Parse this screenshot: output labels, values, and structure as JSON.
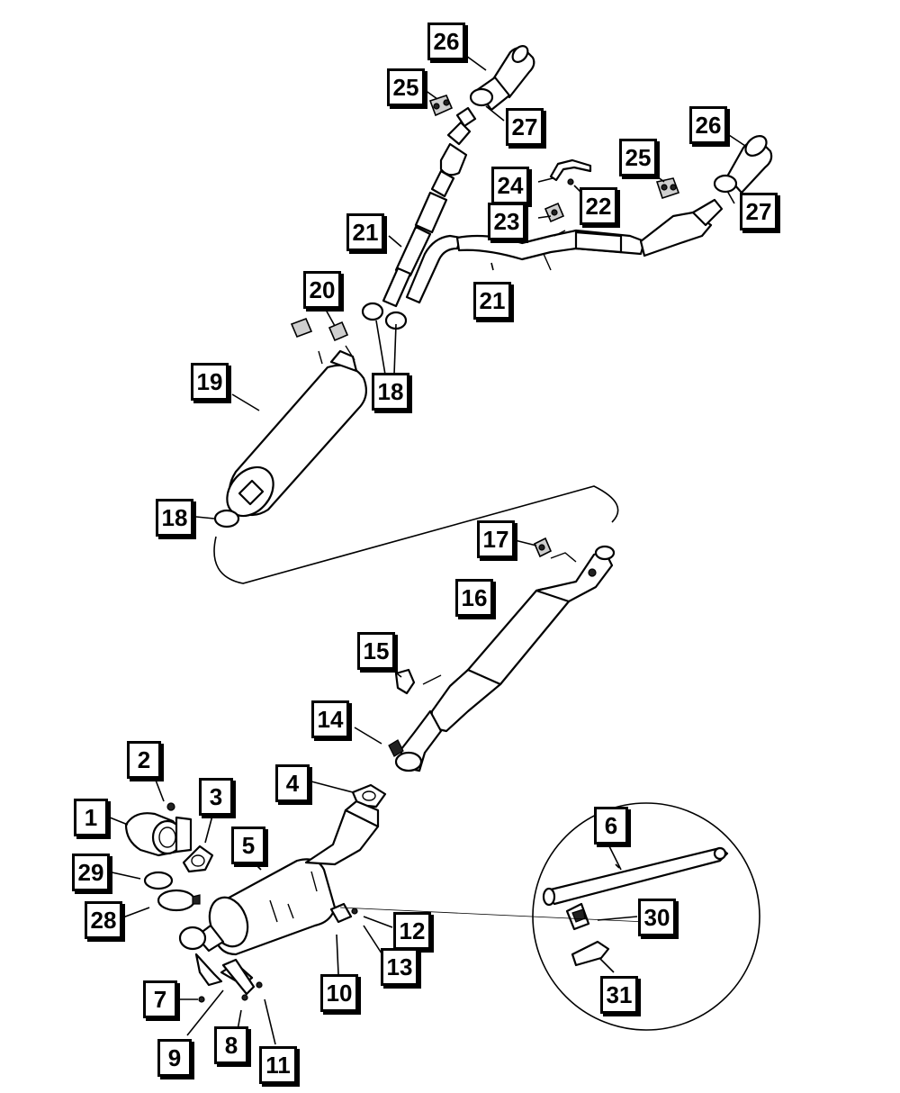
{
  "callouts": [
    {
      "id": "c1",
      "label": "1"
    },
    {
      "id": "c2",
      "label": "2"
    },
    {
      "id": "c3",
      "label": "3"
    },
    {
      "id": "c4",
      "label": "4"
    },
    {
      "id": "c5",
      "label": "5"
    },
    {
      "id": "c6",
      "label": "6"
    },
    {
      "id": "c7",
      "label": "7"
    },
    {
      "id": "c8",
      "label": "8"
    },
    {
      "id": "c9",
      "label": "9"
    },
    {
      "id": "c10",
      "label": "10"
    },
    {
      "id": "c11",
      "label": "11"
    },
    {
      "id": "c12",
      "label": "12"
    },
    {
      "id": "c13",
      "label": "13"
    },
    {
      "id": "c14",
      "label": "14"
    },
    {
      "id": "c15",
      "label": "15"
    },
    {
      "id": "c16",
      "label": "16"
    },
    {
      "id": "c17",
      "label": "17"
    },
    {
      "id": "c18a",
      "label": "18"
    },
    {
      "id": "c18b",
      "label": "18"
    },
    {
      "id": "c19",
      "label": "19"
    },
    {
      "id": "c20",
      "label": "20"
    },
    {
      "id": "c21a",
      "label": "21"
    },
    {
      "id": "c21b",
      "label": "21"
    },
    {
      "id": "c22",
      "label": "22"
    },
    {
      "id": "c23",
      "label": "23"
    },
    {
      "id": "c24",
      "label": "24"
    },
    {
      "id": "c25a",
      "label": "25"
    },
    {
      "id": "c25b",
      "label": "25"
    },
    {
      "id": "c26a",
      "label": "26"
    },
    {
      "id": "c26b",
      "label": "26"
    },
    {
      "id": "c27a",
      "label": "27"
    },
    {
      "id": "c27b",
      "label": "27"
    },
    {
      "id": "c28",
      "label": "28"
    },
    {
      "id": "c29",
      "label": "29"
    },
    {
      "id": "c30",
      "label": "30"
    },
    {
      "id": "c31",
      "label": "31"
    }
  ]
}
